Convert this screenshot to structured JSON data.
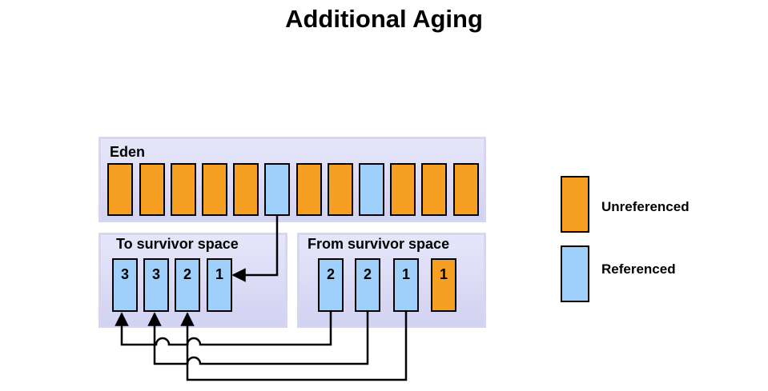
{
  "title": "Additional Aging",
  "eden": {
    "label": "Eden",
    "objects": [
      "unreferenced",
      "unreferenced",
      "unreferenced",
      "unreferenced",
      "unreferenced",
      "referenced",
      "unreferenced",
      "unreferenced",
      "referenced",
      "unreferenced",
      "unreferenced",
      "unreferenced"
    ]
  },
  "to_survivor": {
    "label": "To survivor  space",
    "objects": [
      {
        "age": "3",
        "state": "referenced"
      },
      {
        "age": "3",
        "state": "referenced"
      },
      {
        "age": "2",
        "state": "referenced"
      },
      {
        "age": "1",
        "state": "referenced"
      }
    ]
  },
  "from_survivor": {
    "label": "From survivor  space",
    "objects": [
      {
        "age": "2",
        "state": "referenced"
      },
      {
        "age": "2",
        "state": "referenced"
      },
      {
        "age": "1",
        "state": "referenced"
      },
      {
        "age": "1",
        "state": "unreferenced"
      }
    ]
  },
  "legend": {
    "unreferenced": "Unreferenced",
    "referenced": "Referenced"
  },
  "colors": {
    "unreferenced": "#f5a023",
    "referenced": "#9fd0fb",
    "region": "#dcdcf5"
  }
}
